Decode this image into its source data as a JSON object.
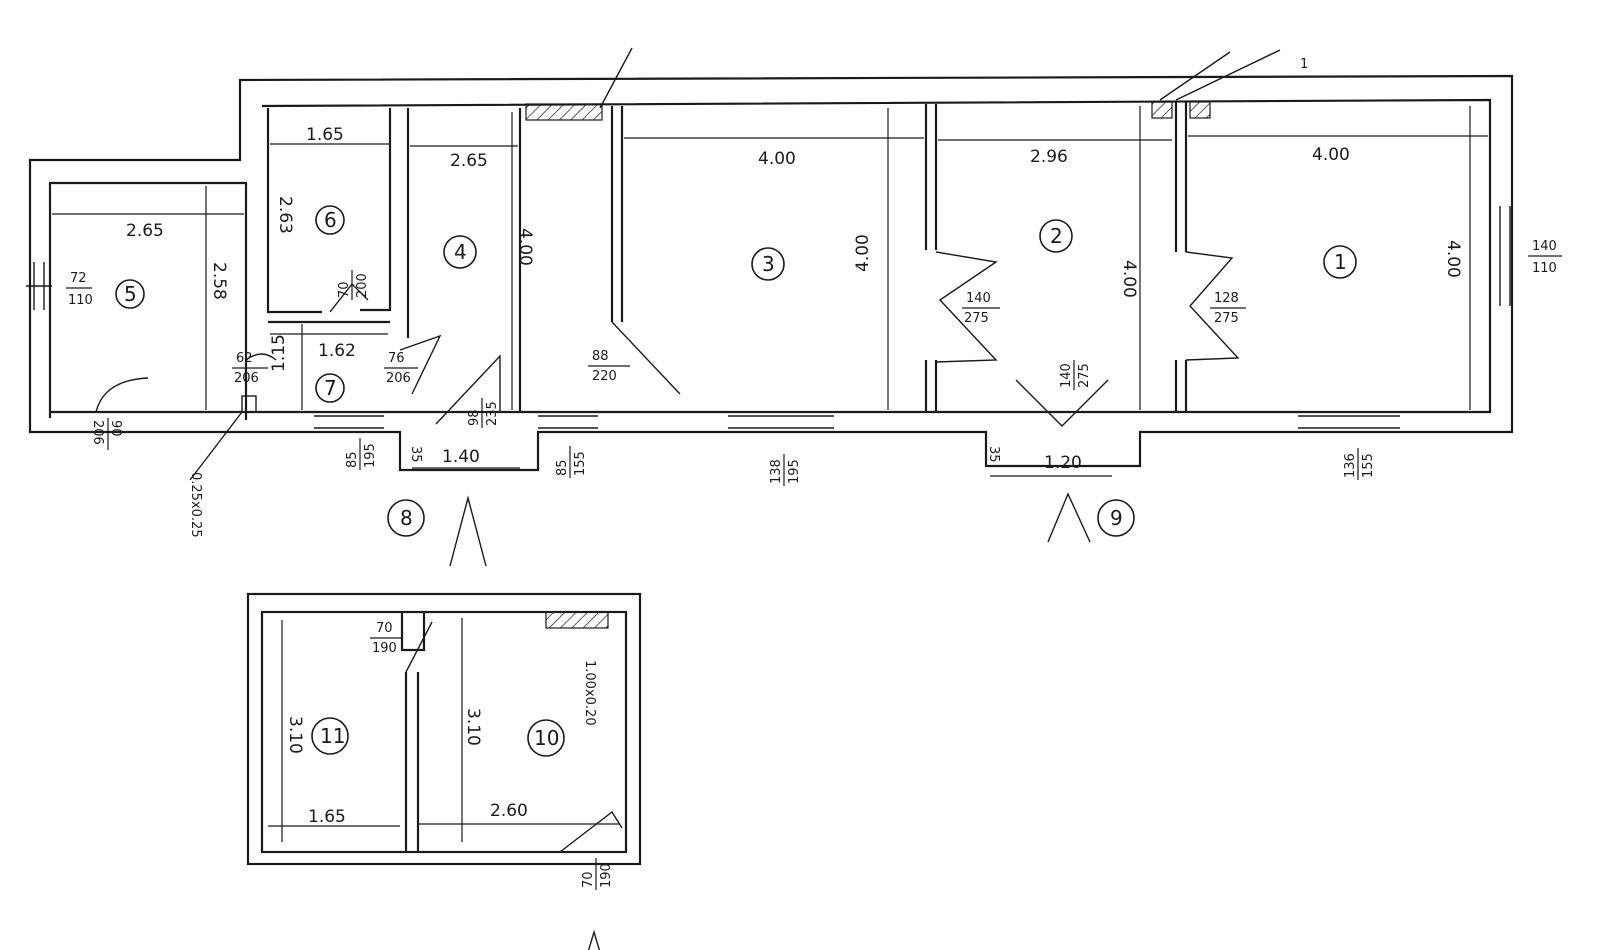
{
  "rooms": [
    {
      "id": "1",
      "label": "1"
    },
    {
      "id": "2",
      "label": "2"
    },
    {
      "id": "3",
      "label": "3"
    },
    {
      "id": "4",
      "label": "4"
    },
    {
      "id": "5",
      "label": "5"
    },
    {
      "id": "6",
      "label": "6"
    },
    {
      "id": "7",
      "label": "7"
    },
    {
      "id": "8",
      "label": "8"
    },
    {
      "id": "9",
      "label": "9"
    },
    {
      "id": "10",
      "label": "10"
    },
    {
      "id": "11",
      "label": "11"
    }
  ],
  "dimensions": {
    "r5_width": "2.65",
    "r5_length": "2.58",
    "r6_width": "1.65",
    "r6_length": "2.63",
    "r7_width": "1.62",
    "r7_length": "1.15",
    "r4_width": "2.65",
    "r4_length": "4.00",
    "r3_width": "4.00",
    "r3_length": "4.00",
    "r2_width": "2.96",
    "r2_length": "4.00",
    "r1_width": "4.00",
    "r1_length": "4.00",
    "r8_width": "1.40",
    "r8_depth": "35",
    "r9_width": "1.20",
    "r9_depth": "35",
    "r11_width": "1.65",
    "r11_length": "3.10",
    "r10_width": "2.60",
    "r10_length": "3.10",
    "section_post": "0.25x0.25",
    "section_chimney": "1.00x0.20"
  },
  "openings": {
    "win_r5": {
      "top": "72",
      "bottom": "110"
    },
    "win_r1": {
      "top": "140",
      "bottom": "110"
    },
    "door_r5": {
      "top": "90",
      "bottom": "206"
    },
    "door_r6": {
      "top": "70",
      "bottom": "200"
    },
    "door_62": {
      "top": "62",
      "bottom": "206"
    },
    "door_76": {
      "top": "76",
      "bottom": "206"
    },
    "door_r4": {
      "top": "98",
      "bottom": "235"
    },
    "door_r3": {
      "top": "88",
      "bottom": "220"
    },
    "door_r2a": {
      "top": "140",
      "bottom": "275"
    },
    "door_r2b": {
      "top": "128",
      "bottom": "275"
    },
    "door_r9": {
      "top": "140",
      "bottom": "275"
    },
    "win_r7": {
      "top": "85",
      "bottom": "195"
    },
    "win_r4": {
      "top": "85",
      "bottom": "155"
    },
    "win_r3": {
      "top": "138",
      "bottom": "195"
    },
    "win_r1b": {
      "top": "136",
      "bottom": "155"
    },
    "door_r11": {
      "top": "70",
      "bottom": "190"
    },
    "door_r10": {
      "top": "70",
      "bottom": "190"
    }
  },
  "misc": {
    "top_mark": "1"
  }
}
